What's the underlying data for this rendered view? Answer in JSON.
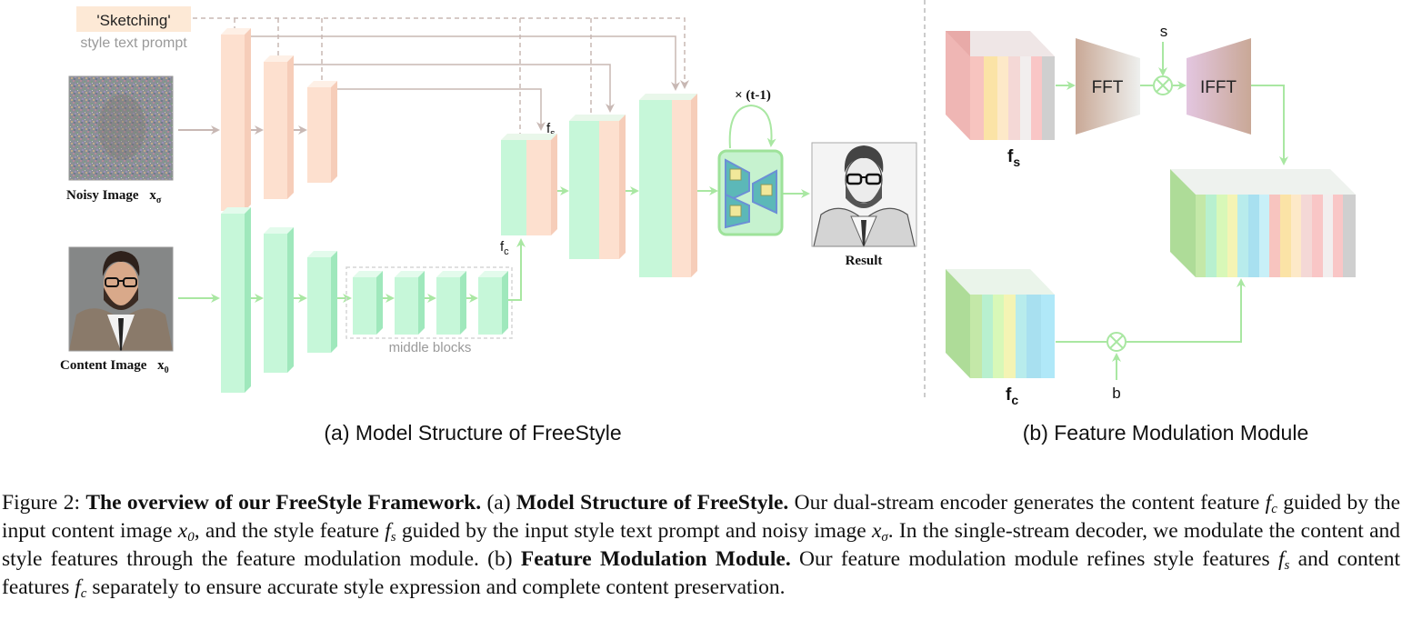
{
  "panel_a": {
    "prompt_chip": "'Sketching'",
    "prompt_caption": "style text prompt",
    "noisy_label": "Noisy Image",
    "noisy_symbol": "x",
    "noisy_sub": "σ",
    "content_label": "Content Image",
    "content_symbol": "x",
    "content_sub": "0",
    "middle_label": "middle blocks",
    "fs_label": "f",
    "fs_sub": "s",
    "fc_label": "f",
    "fc_sub": "c",
    "loop_label": "× (t-1)",
    "result_label": "Result",
    "subtitle": "(a) Model Structure of FreeStyle"
  },
  "panel_b": {
    "fft_label": "FFT",
    "ifft_label": "IFFT",
    "s_label": "s",
    "b_label": "b",
    "fs_label": "f",
    "fs_sub": "s",
    "fc_label": "f",
    "fc_sub": "c",
    "subtitle": "(b) Feature Modulation Module"
  },
  "caption": {
    "fig_num": "Figure 2:",
    "bold_title": "The overview of our FreeStyle Framework.",
    "part_a": "(a)",
    "bold_a": "Model Structure of FreeStyle.",
    "text1": "Our dual-stream encoder generates the content feature",
    "sym_f": "f",
    "sub_c": "c",
    "text2": "guided by the input content image",
    "sym_x": "x",
    "sub_0": "0",
    "text3": ", and the style feature",
    "sub_s": "s",
    "text4": "guided by the input style text prompt and noisy image",
    "sub_sigma": "σ",
    "text5": ". In the single-stream decoder, we modulate the content and style features through the feature modulation module.",
    "part_b": "(b)",
    "bold_b": "Feature Modulation Module.",
    "text6": "Our feature modulation module refines style features",
    "text7": "and content features",
    "text8": "separately to ensure accurate style expression and complete content preservation."
  },
  "colors": {
    "style_block": "#fde0cf",
    "content_block": "#c6f7d9",
    "arrow_style": "#c8b8b4",
    "arrow_content": "#a9e7a2",
    "divider": "#bbbbbb"
  }
}
